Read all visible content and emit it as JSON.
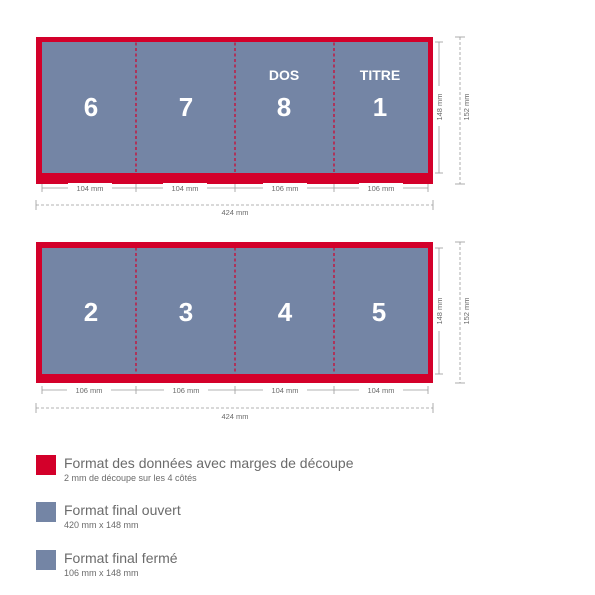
{
  "colors": {
    "bleed": "#d3002a",
    "panel": "#7485a5",
    "dim": "#9a9a9a",
    "text": "#6b6b6b",
    "panel_text": "#ffffff"
  },
  "sheets": [
    {
      "panels": [
        {
          "number": "6",
          "header": ""
        },
        {
          "number": "7",
          "header": ""
        },
        {
          "number": "8",
          "header": "DOS"
        },
        {
          "number": "1",
          "header": "TITRE"
        }
      ],
      "widths": [
        "104 mm",
        "104 mm",
        "106 mm",
        "106 mm"
      ],
      "total_width": "424 mm",
      "height_final": "148 mm",
      "height_bleed": "152 mm"
    },
    {
      "panels": [
        {
          "number": "2",
          "header": ""
        },
        {
          "number": "3",
          "header": ""
        },
        {
          "number": "4",
          "header": ""
        },
        {
          "number": "5",
          "header": ""
        }
      ],
      "widths": [
        "106 mm",
        "106 mm",
        "104 mm",
        "104 mm"
      ],
      "total_width": "424 mm",
      "height_final": "148 mm",
      "height_bleed": "152 mm"
    }
  ],
  "legend": [
    {
      "title": "Format des données avec marges de découpe",
      "sub": "2 mm de découpe sur les 4 côtés",
      "color": "#d3002a"
    },
    {
      "title": "Format final ouvert",
      "sub": "420 mm x 148 mm",
      "color": "#7485a5"
    },
    {
      "title": "Format final fermé",
      "sub": "106 mm x 148 mm",
      "color": "#7485a5"
    }
  ]
}
